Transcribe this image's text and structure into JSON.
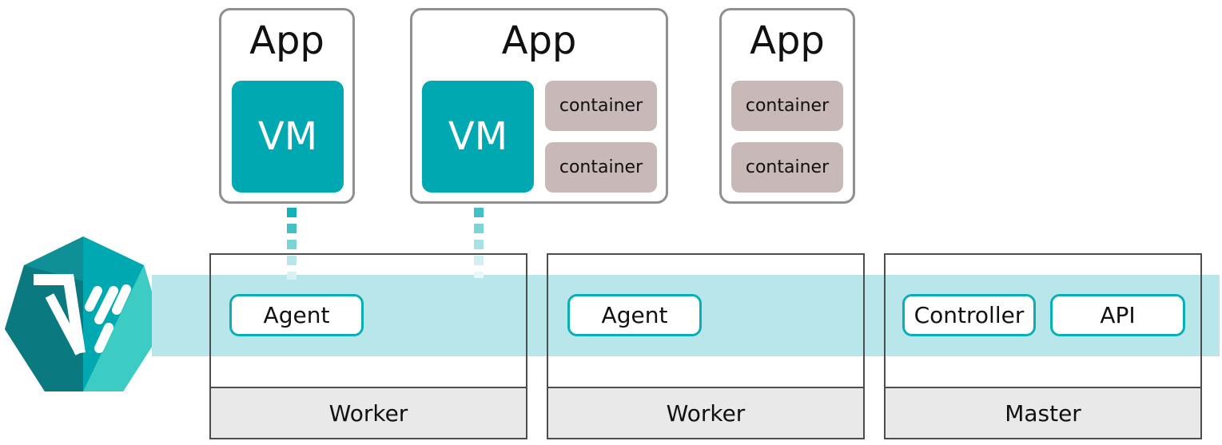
{
  "apps": [
    {
      "title": "App",
      "vm_label": "VM",
      "containers": []
    },
    {
      "title": "App",
      "vm_label": "VM",
      "containers": [
        "container",
        "container"
      ]
    },
    {
      "title": "App",
      "containers": [
        "container",
        "container"
      ]
    }
  ],
  "nodes": [
    {
      "role": "Worker",
      "components": [
        "Agent"
      ]
    },
    {
      "role": "Worker",
      "components": [
        "Agent"
      ]
    },
    {
      "role": "Master",
      "components": [
        "Controller",
        "API"
      ]
    }
  ],
  "icons": [
    "logo-icon"
  ],
  "colors": {
    "vm": "#00a9b2",
    "container": "#c8b8b7",
    "band": "#b8e6ea",
    "pill_border": "#0aaeb5",
    "footer": "#e9e9e9"
  }
}
